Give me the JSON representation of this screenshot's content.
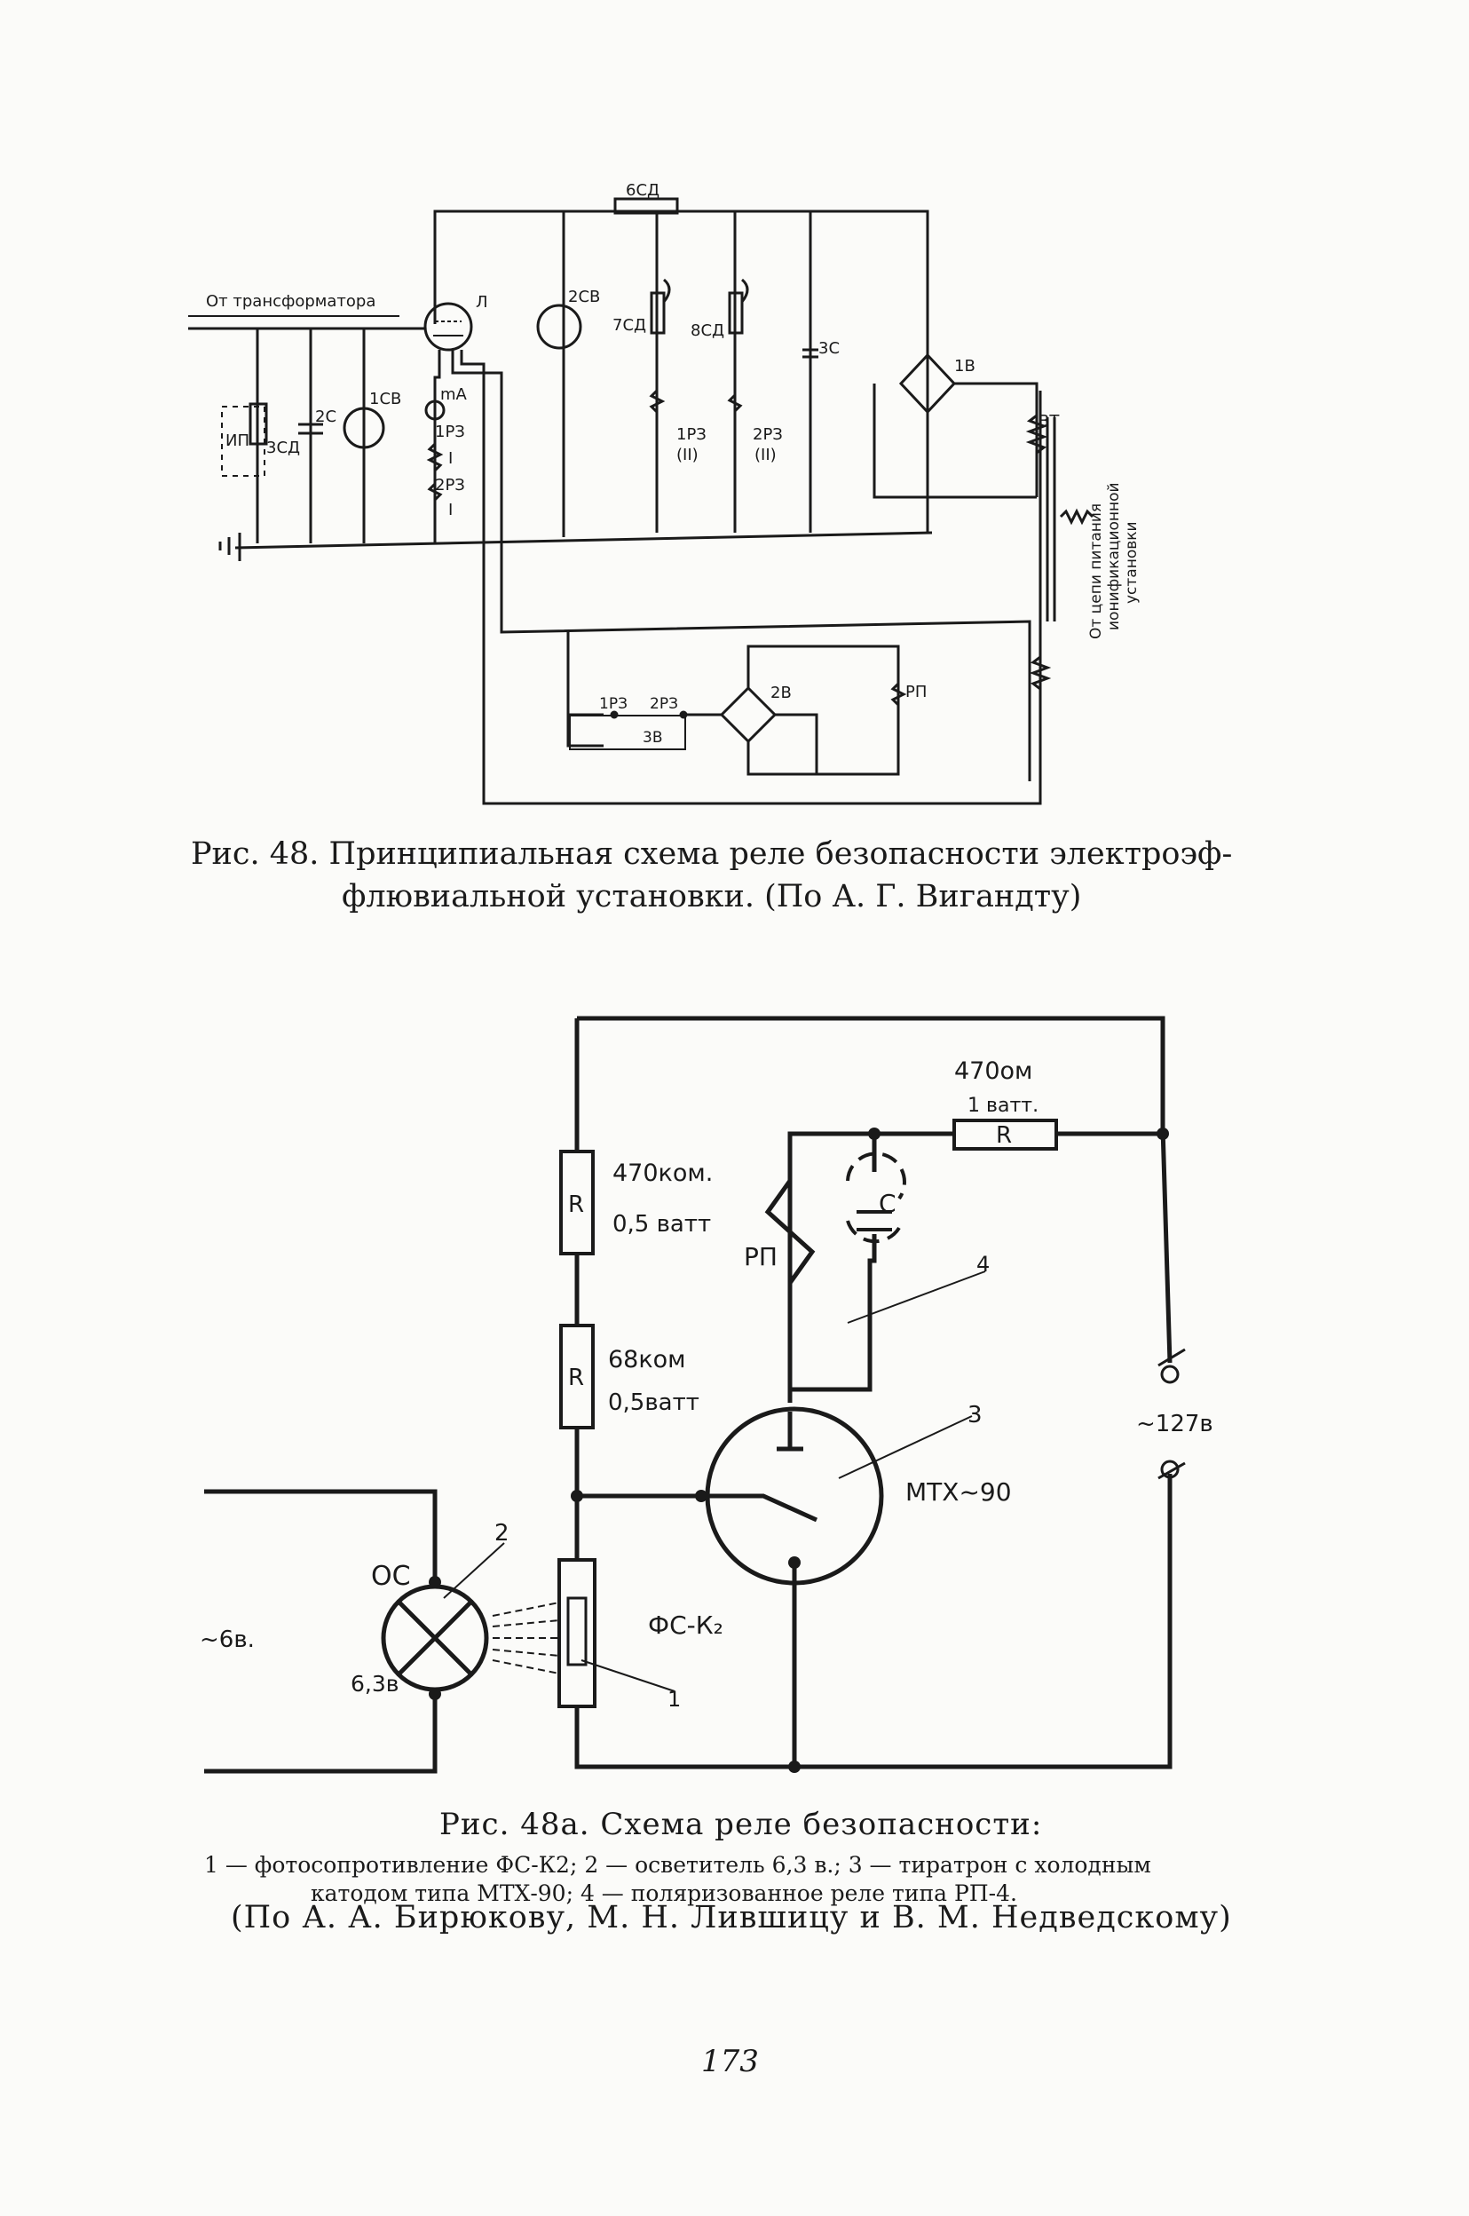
{
  "fig48": {
    "labels": {
      "from_transformer": "От трансформатора",
      "l": "Л",
      "r6sd": "6СД",
      "c2v": "2СВ",
      "r7sd": "7СД",
      "r8sd": "8СД",
      "c3s": "3С",
      "b1v": "1В",
      "vt": "ВТ",
      "ip": "ИП",
      "r3sd": "3СД",
      "c2s": "2С",
      "c1sv": "1СВ",
      "ma": "mA",
      "k1rz": "1РЗ",
      "k1": "I",
      "k2rz": "2РЗ",
      "k2": "I",
      "k1rz_ii": "1РЗ",
      "ii_a": "(II)",
      "k2rz_ii": "2РЗ",
      "ii_b": "(II)",
      "supply_1": "От цепи питания",
      "supply_2": "ионификационной",
      "supply_3": "установки",
      "c1rz": "1РЗ",
      "c2rz": "2РЗ",
      "b2v": "2В",
      "rp": "РП",
      "d3v": "3В"
    },
    "caption_prefix": "Рис. 48.",
    "caption_line1": "Принципиальная схема реле безопасности электроэф-",
    "caption_line2": "флювиальной установки. (По А. Г. Вигандту)"
  },
  "fig48a": {
    "labels": {
      "r470_top": "470ом",
      "r470_top_w": "1 ватт.",
      "r_sym": "R",
      "r470k": "470ком.",
      "r470k_w": "0,5 ватт",
      "r68k": "68ком",
      "r68k_w": "0,5ватт",
      "rp": "РП",
      "c": "С",
      "n4": "4",
      "n3": "3",
      "mtx": "МТХ~90",
      "v127": "~127в",
      "n2": "2",
      "os": "ОС",
      "v6": "~6в.",
      "v63": "6,3в",
      "fs": "ФС-К₂",
      "n1": "1"
    },
    "title": "Рис. 48а. Схема реле безопасности:",
    "legend_line1": "1 — фотосопротивление ФС-К2; 2 — осветитель 6,3 в.; 3 — тиратрон с холодным",
    "legend_line2": "катодом типа МТХ-90; 4 — поляризованное реле типа РП-4.",
    "credit": "(По А. А. Бирюкову, М. Н. Лившицу и В. М. Недведскому)"
  },
  "page_number": "173"
}
